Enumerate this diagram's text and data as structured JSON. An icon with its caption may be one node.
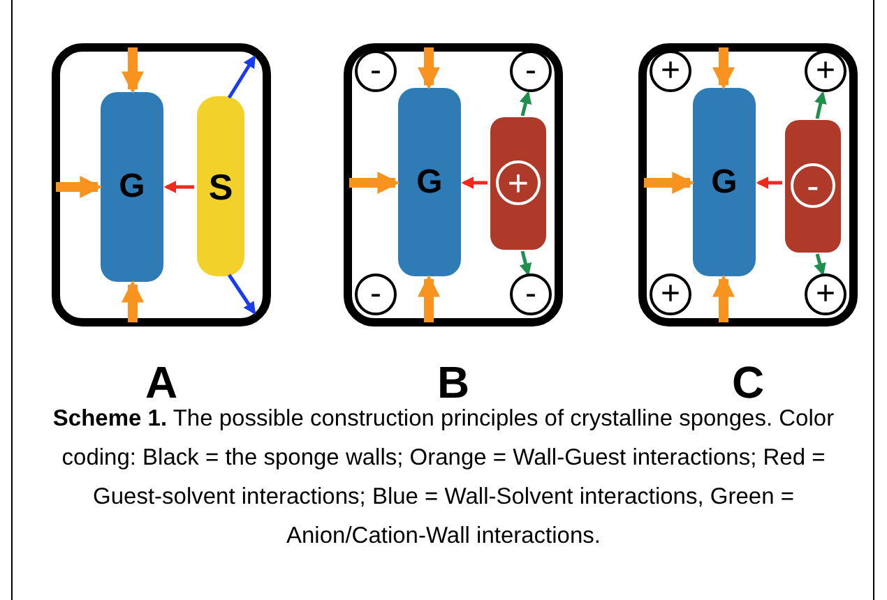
{
  "diagram": {
    "caption": "**Scheme 1.** The possible construction principles of crystalline sponges. Color coding: Black = the sponge walls; Orange = Wall-Guest interactions; Red = Guest-solvent interactions; Blue = Wall-Solvent interactions, Green = Anion/Cation-Wall interactions.",
    "nodes": [
      {
        "text": [],
        "shape": "box",
        "beside": [
          "A"
        ]
      },
      {
        "text": [
          "G"
        ],
        "in": 0
      },
      {
        "text": [
          "S"
        ],
        "in": 0
      },
      {
        "text": [],
        "shape": "box",
        "beside": [
          "B"
        ]
      },
      {
        "text": [
          "-"
        ],
        "in": 3
      },
      {
        "text": [
          "-"
        ],
        "in": 3
      },
      {
        "text": [
          "G"
        ],
        "in": 3
      },
      {
        "text": [],
        "shape": "box",
        "in": 3
      },
      {
        "text": [
          "+"
        ],
        "in": 7
      },
      {
        "text": [
          "-"
        ],
        "in": 3
      },
      {
        "text": [
          "-"
        ],
        "in": 3
      },
      {
        "text": [],
        "shape": "box",
        "beside": [
          "C"
        ]
      },
      {
        "text": [
          "+"
        ],
        "in": 11
      },
      {
        "text": [
          "+"
        ],
        "in": 11
      },
      {
        "text": [
          "G"
        ],
        "in": 11
      },
      {
        "text": [],
        "shape": "box",
        "in": 11
      },
      {
        "text": [
          "-"
        ],
        "in": 15
      },
      {
        "text": [
          "+"
        ],
        "in": 11
      },
      {
        "text": [
          "+"
        ],
        "in": 11
      }
    ],
    "edges": [
      {
        "from": 0,
        "to": 1,
        "arrow": "to",
        "style": "thick"
      },
      {
        "from": 0,
        "to": 1,
        "arrow": "to",
        "style": "thick"
      },
      {
        "from": 0,
        "to": 1,
        "arrow": "to",
        "style": "thick"
      },
      {
        "from": 2,
        "to": 1,
        "arrow": "to",
        "color": "#ee2a1c"
      },
      {
        "from": 2,
        "to": 0,
        "arrow": "to",
        "color": "#1a3cf0"
      },
      {
        "from": 2,
        "to": 0,
        "arrow": "to",
        "color": "#1a3cf0"
      },
      {
        "from": 3,
        "to": 6,
        "arrow": "to",
        "style": "thick"
      },
      {
        "from": 3,
        "to": 6,
        "arrow": "to",
        "style": "thick"
      },
      {
        "from": 3,
        "to": 6,
        "arrow": "to",
        "style": "thick"
      },
      {
        "from": 7,
        "to": 6,
        "arrow": "to",
        "color": "#ee2a1c"
      },
      {
        "from": 7,
        "to": 5,
        "arrow": "to",
        "color": "#1f8f4e"
      },
      {
        "from": 7,
        "to": 10,
        "arrow": "to",
        "color": "#1f8f4e"
      },
      {
        "from": 11,
        "to": 14,
        "arrow": "to",
        "style": "thick"
      },
      {
        "from": 11,
        "to": 14,
        "arrow": "to",
        "style": "thick"
      },
      {
        "from": 11,
        "to": 14,
        "arrow": "to",
        "style": "thick"
      },
      {
        "from": 15,
        "to": 14,
        "arrow": "to",
        "color": "#ee2a1c"
      },
      {
        "from": 15,
        "to": 13,
        "arrow": "to",
        "color": "#1f8f4e"
      },
      {
        "from": 15,
        "to": 18,
        "arrow": "to",
        "color": "#1f8f4e"
      }
    ]
  }
}
